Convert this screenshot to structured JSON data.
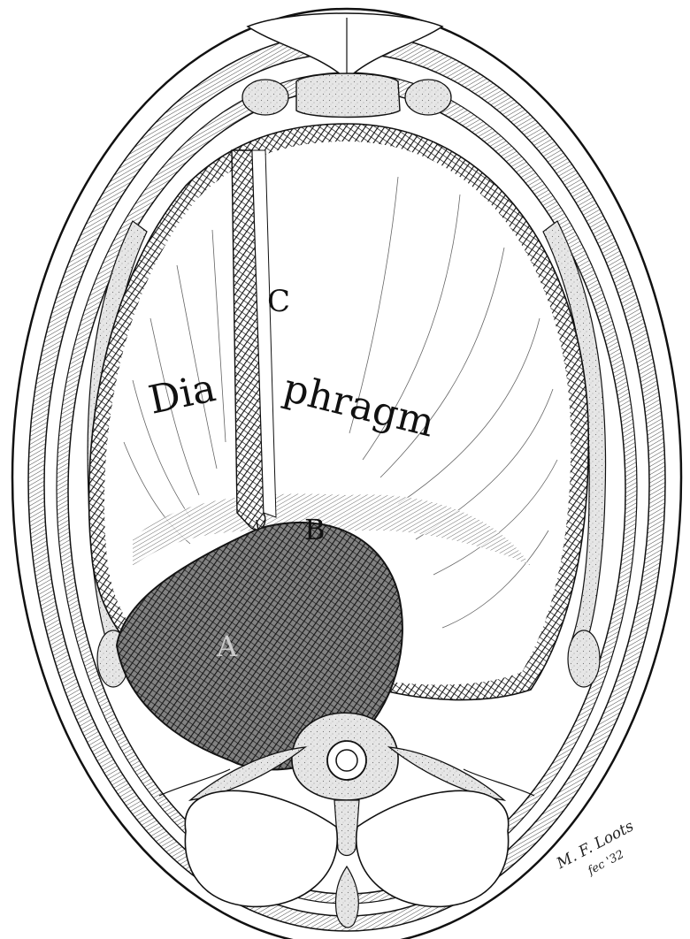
{
  "labels": {
    "c": "C",
    "b": "B",
    "a": "A",
    "dia": "Dia",
    "phragm": "phragm"
  },
  "signature": {
    "name": "M. F. Loots",
    "fecit": "fec '32"
  },
  "colors": {
    "ink": "#111111",
    "paper": "#ffffff",
    "stipple": "#d4d4d4",
    "dark_hatch": "#1c1c1c"
  }
}
